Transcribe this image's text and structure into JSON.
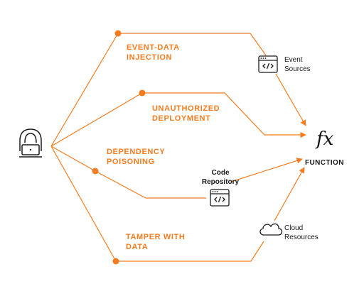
{
  "colors": {
    "accent": "#f47c20",
    "ink": "#1a1a1a"
  },
  "attacker": {
    "icon": "hooded-hacker-laptop-icon"
  },
  "attacks": [
    {
      "id": "event_injection",
      "label": "EVENT-DATA\nINJECTION"
    },
    {
      "id": "unauthorized_deployment",
      "label": "UNAUTHORIZED\nDEPLOYMENT"
    },
    {
      "id": "dependency_poisoning",
      "label": "DEPENDENCY\nPOISONING"
    },
    {
      "id": "tamper_data",
      "label": "TAMPER WITH\nDATA"
    }
  ],
  "nodes": {
    "event_sources": {
      "label": "Event\nSources",
      "icon": "code-window-icon"
    },
    "code_repository": {
      "label": "Code\nRepository",
      "icon": "code-window-icon"
    },
    "cloud_resources": {
      "label": "Cloud\nResources",
      "icon": "cloud-icon"
    }
  },
  "target": {
    "symbol": "fx",
    "label": "FUNCTION",
    "icon": "function-fx-icon"
  }
}
